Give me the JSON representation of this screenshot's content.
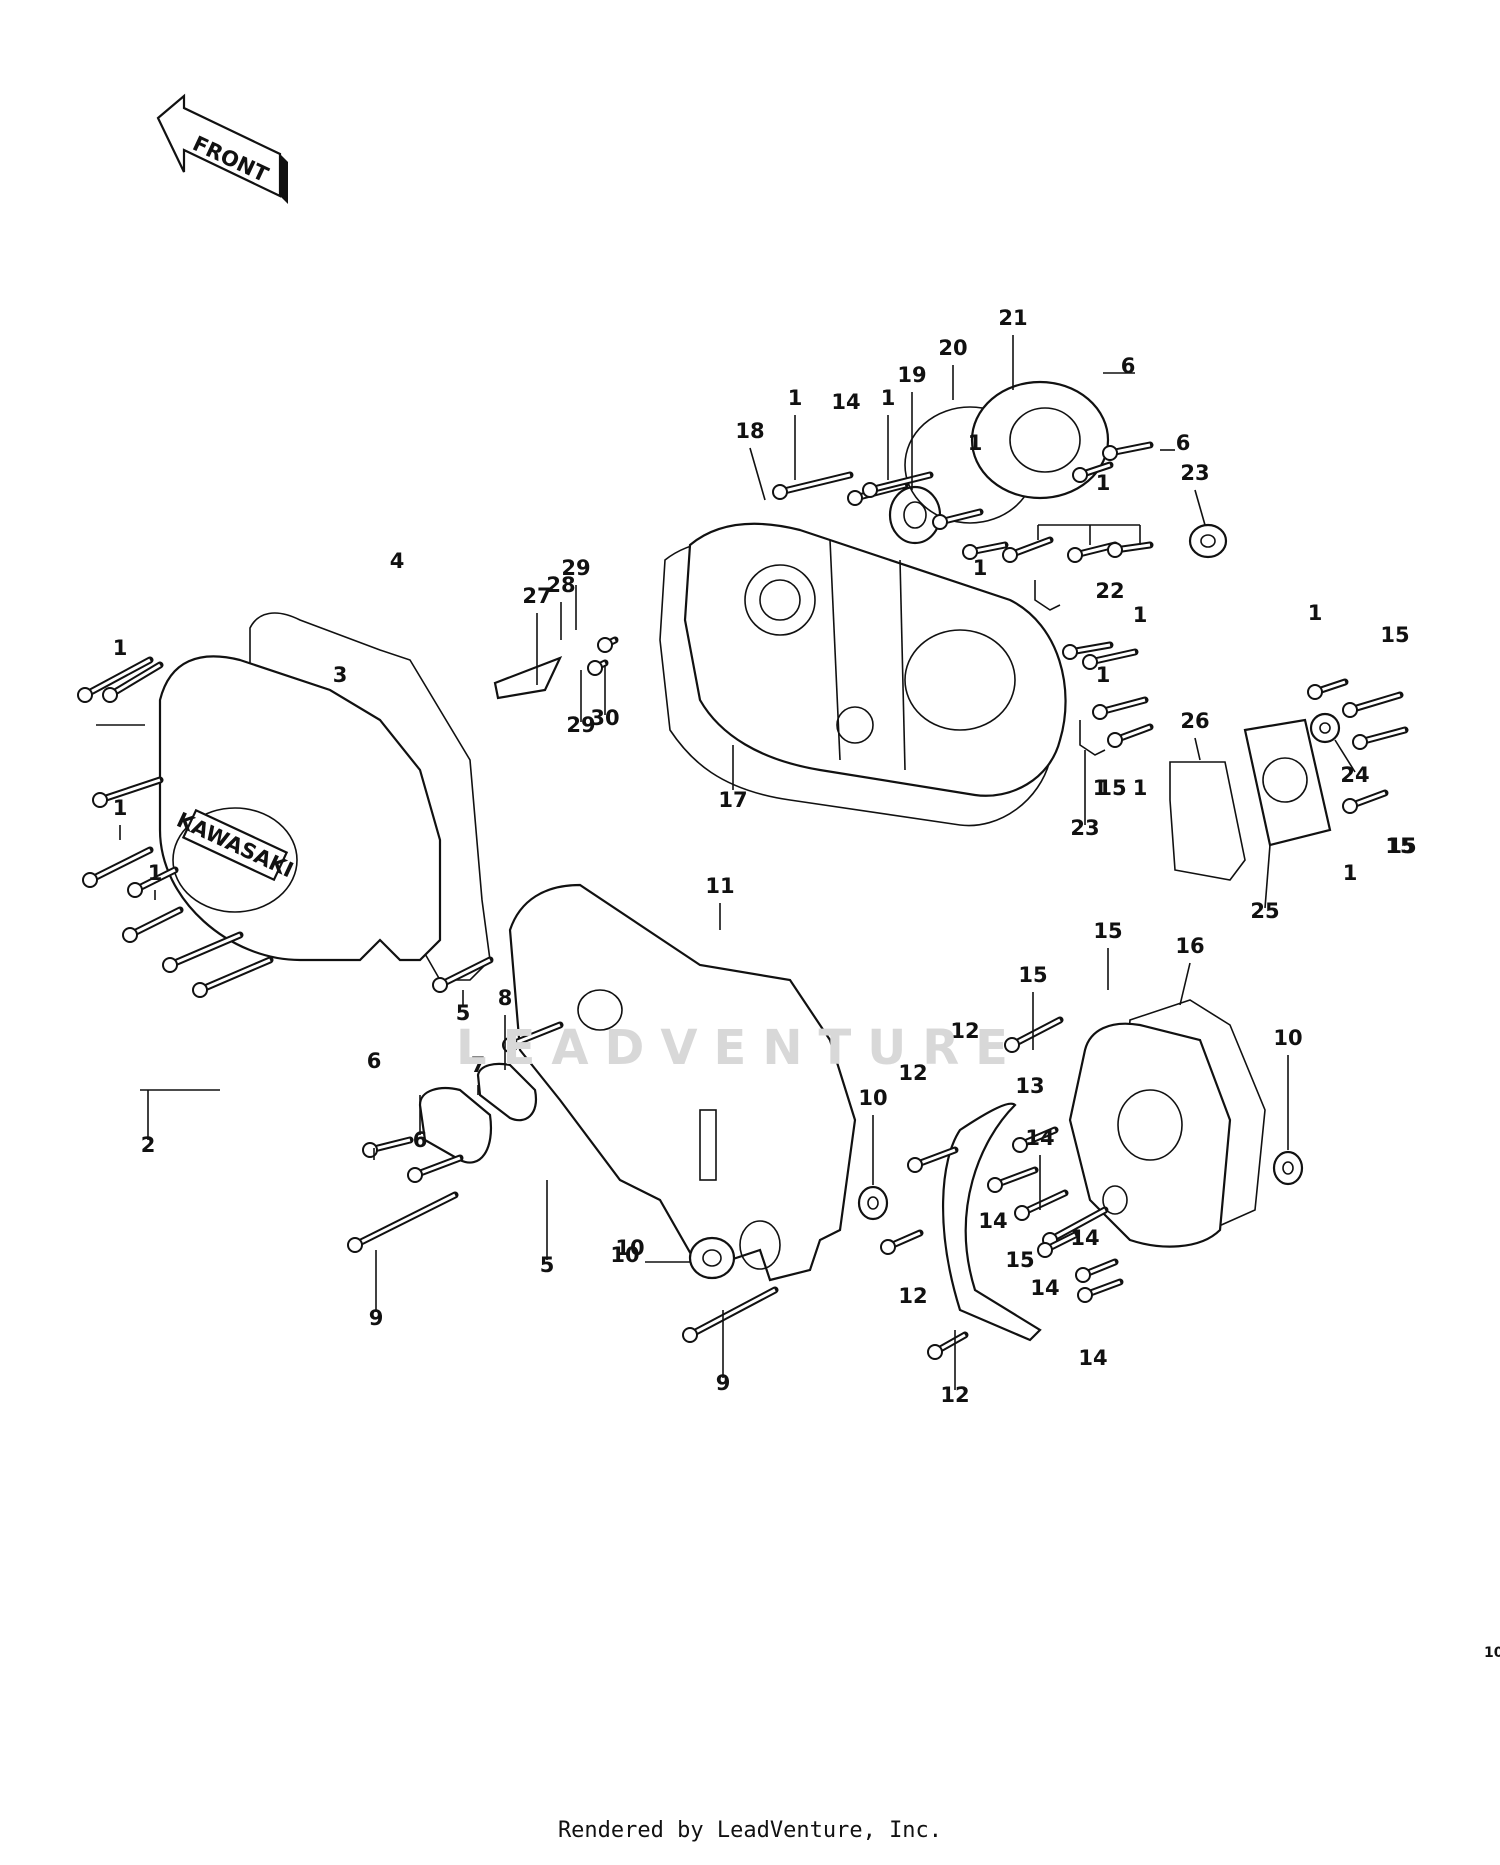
{
  "front_label": "FRONT",
  "watermark": "LEADVENTURE",
  "page_code": "10",
  "footer": "Rendered by LeadVenture, Inc.",
  "callouts": [
    "1",
    "1",
    "1",
    "1",
    "1",
    "1",
    "1",
    "1",
    "1",
    "1",
    "1",
    "1",
    "1",
    "1",
    "2",
    "3",
    "4",
    "5",
    "5",
    "6",
    "6",
    "6",
    "6",
    "7",
    "8",
    "9",
    "9",
    "10",
    "10",
    "10",
    "10",
    "11",
    "12",
    "12",
    "12",
    "12",
    "13",
    "14",
    "14",
    "14",
    "14",
    "14",
    "14",
    "15",
    "15",
    "15",
    "15",
    "15",
    "15",
    "15",
    "16",
    "17",
    "18",
    "19",
    "20",
    "21",
    "22",
    "23",
    "23",
    "24",
    "25",
    "26",
    "27",
    "28",
    "29",
    "29",
    "30",
    "30"
  ]
}
